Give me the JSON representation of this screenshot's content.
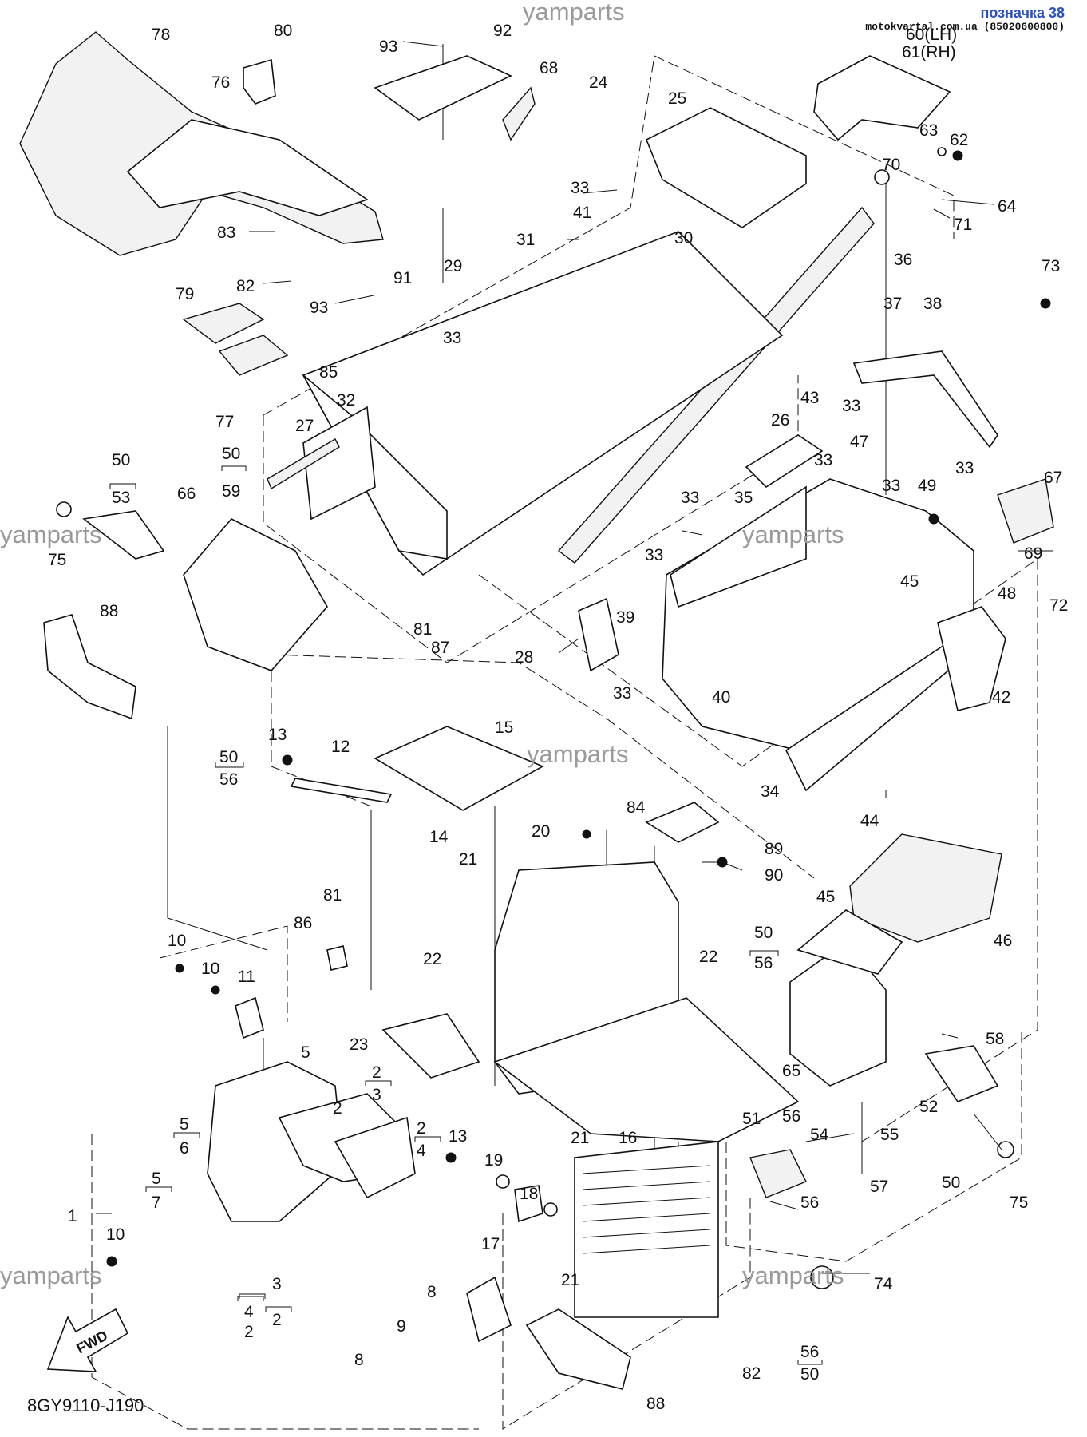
{
  "header": {
    "title": "позначка 38",
    "site": "motokvartal.com.ua (85020600800)"
  },
  "diagram_code": "8GY9110-J190",
  "fwd_label": "FWD",
  "watermark": "yamparts",
  "labels": {
    "l1": "1",
    "l2a": "2",
    "l2b": "2",
    "l2c": "2",
    "l2d": "2",
    "l2e": "2",
    "l3a": "3",
    "l3b": "3",
    "l4a": "4",
    "l4b": "4",
    "l5a": "5",
    "l5b": "5",
    "l5c": "5",
    "l6": "6",
    "l7": "7",
    "l8a": "8",
    "l8b": "8",
    "l9": "9",
    "l10a": "10",
    "l10b": "10",
    "l10c": "10",
    "l11": "11",
    "l12": "12",
    "l13a": "13",
    "l13b": "13",
    "l14": "14",
    "l15": "15",
    "l16": "16",
    "l17": "17",
    "l18": "18",
    "l19": "19",
    "l20": "20",
    "l21a": "21",
    "l21b": "21",
    "l21c": "21",
    "l22a": "22",
    "l22b": "22",
    "l23": "23",
    "l24": "24",
    "l25": "25",
    "l26": "26",
    "l27": "27",
    "l28": "28",
    "l29": "29",
    "l30": "30",
    "l31": "31",
    "l32": "32",
    "l33a": "33",
    "l33b": "33",
    "l33c": "33",
    "l33d": "33",
    "l33e": "33",
    "l33f": "33",
    "l33g": "33",
    "l33h": "33",
    "l33i": "33",
    "l34": "34",
    "l35": "35",
    "l36": "36",
    "l37": "37",
    "l38": "38",
    "l39": "39",
    "l40": "40",
    "l41": "41",
    "l42": "42",
    "l43": "43",
    "l44": "44",
    "l45a": "45",
    "l45b": "45",
    "l46": "46",
    "l47": "47",
    "l48": "48",
    "l49": "49",
    "l50a": "50",
    "l50b": "50",
    "l50c": "50",
    "l50d": "50",
    "l50e": "50",
    "l50f": "50",
    "l51": "51",
    "l52": "52",
    "l53": "53",
    "l54": "54",
    "l55": "55",
    "l56a": "56",
    "l56b": "56",
    "l56c": "56",
    "l56d": "56",
    "l56e": "56",
    "l57": "57",
    "l58": "58",
    "l59": "59",
    "l60": "60(LH)",
    "l61": "61(RH)",
    "l62": "62",
    "l63": "63",
    "l64": "64",
    "l65": "65",
    "l66": "66",
    "l67": "67",
    "l68": "68",
    "l69": "69",
    "l70": "70",
    "l71": "71",
    "l72": "72",
    "l73": "73",
    "l74": "74",
    "l75a": "75",
    "l75b": "75",
    "l76": "76",
    "l77": "77",
    "l78": "78",
    "l79": "79",
    "l80": "80",
    "l81a": "81",
    "l81b": "81",
    "l82a": "82",
    "l82b": "82",
    "l83": "83",
    "l84": "84",
    "l85": "85",
    "l86": "86",
    "l87": "87",
    "l88a": "88",
    "l88b": "88",
    "l89": "89",
    "l90": "90",
    "l91": "91",
    "l92": "92",
    "l93a": "93",
    "l93b": "93"
  }
}
